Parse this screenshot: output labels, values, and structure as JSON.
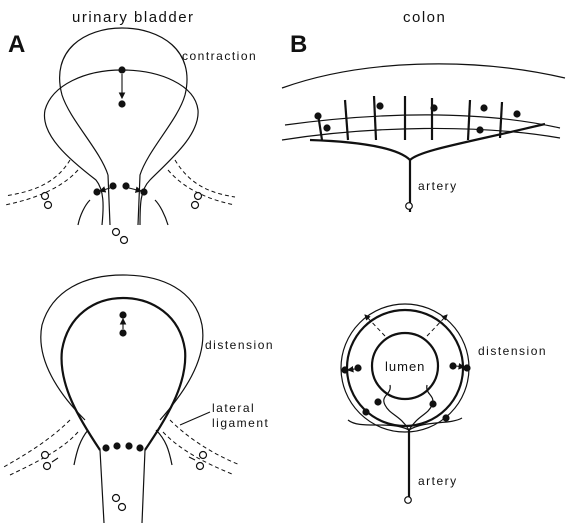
{
  "titles": {
    "left": "urinary bladder",
    "right": "colon"
  },
  "panels": {
    "a": "A",
    "b": "B"
  },
  "labels": {
    "contraction": "contraction",
    "distension_left": "distension",
    "lateral_1": "lateral",
    "lateral_2": "ligament",
    "artery_top": "artery",
    "lumen": "lumen",
    "distension_right": "distension",
    "artery_bottom": "artery"
  }
}
